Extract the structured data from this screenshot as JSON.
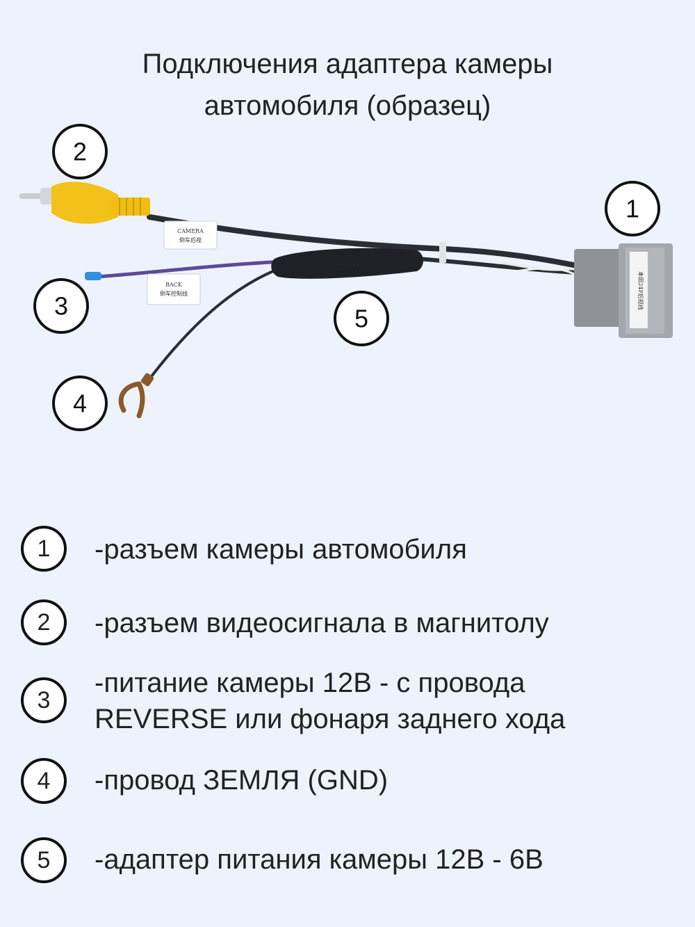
{
  "title": {
    "line1": "Подключения адаптера камеры",
    "line2": "автомобиля (образец)"
  },
  "markers": [
    "1",
    "2",
    "3",
    "4",
    "5"
  ],
  "connector_tags": {
    "camera": "CAMERA",
    "camera_cn": "倒车后视",
    "back": "BACK",
    "back_cn": "倒车控制线",
    "block": "本田24P后视线"
  },
  "colors": {
    "rca_yellow": "#f3c21a",
    "block_gray": "#9a9ea3",
    "wire_black": "#2a2d33",
    "wire_purple": "#5b4a9a",
    "tip_blue": "#2f8fe0",
    "lug_brown": "#8a5a2a"
  },
  "legend": [
    {
      "num": "1",
      "lines": [
        "-разъем камеры автомобиля"
      ]
    },
    {
      "num": "2",
      "lines": [
        "-разъем видеосигнала в магнитолу"
      ]
    },
    {
      "num": "3",
      "lines": [
        "-питание камеры 12В - с провода",
        "REVERSE или фонаря заднего хода"
      ]
    },
    {
      "num": "4",
      "lines": [
        "-провод ЗЕМЛЯ (GND)"
      ]
    },
    {
      "num": "5",
      "lines": [
        "-адаптер питания камеры 12В - 6В"
      ]
    }
  ]
}
